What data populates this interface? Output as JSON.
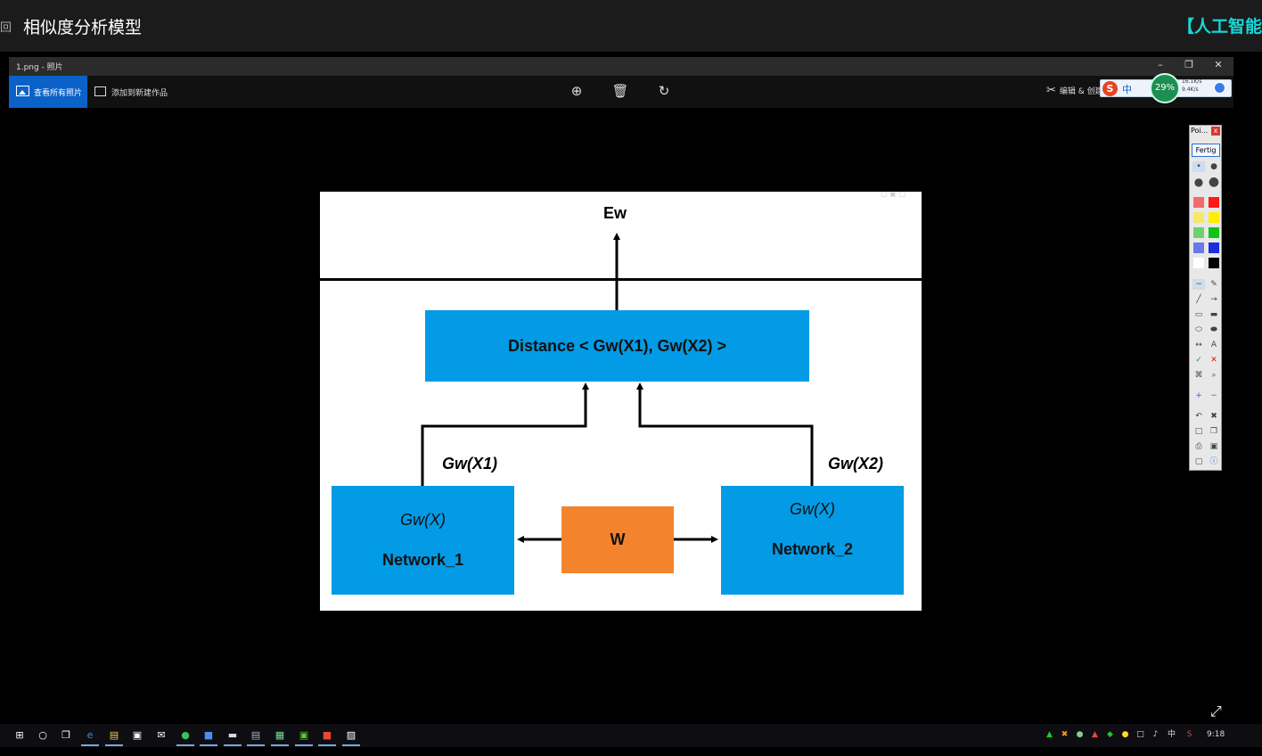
{
  "video": {
    "title": "相似度分析模型",
    "series_tag": "【人工智能",
    "edge_glyph": "回"
  },
  "window": {
    "title": "1.png - 照片",
    "controls": [
      "–",
      "❐",
      "✕"
    ]
  },
  "toolbar": {
    "view_all": "查看所有照片",
    "add_creation": "添加到新建作品",
    "edit_create": "编辑 & 创建",
    "icons": [
      "zoom-icon",
      "delete-icon",
      "rotate-icon"
    ]
  },
  "overlay": {
    "ime_logo": "S",
    "ime_lang": "中",
    "net_percent": "29%",
    "net_up": "16.1K/s",
    "net_down": "9.4K/s"
  },
  "slide": {
    "ew": "Ew",
    "distance": "Distance < Gw(X1), Gw(X2) >",
    "left_output": "Gw(X1)",
    "right_output": "Gw(X2)",
    "net1_fn": "Gw(X)",
    "net1_name": "Network_1",
    "net2_fn": "Gw(X)",
    "net2_name": "Network_2",
    "w": "W"
  },
  "palette": {
    "title": "Poi...",
    "close": "x",
    "done": "Fertig",
    "colors": [
      "#f26b6b",
      "#ff1a1a",
      "#f4e86a",
      "#ffee00",
      "#6fd06f",
      "#11c411",
      "#6a78e8",
      "#1a2ee0",
      "#ffffff",
      "#000000"
    ]
  },
  "taskbar": {
    "clock": "9:18",
    "tray_lang": "中"
  }
}
